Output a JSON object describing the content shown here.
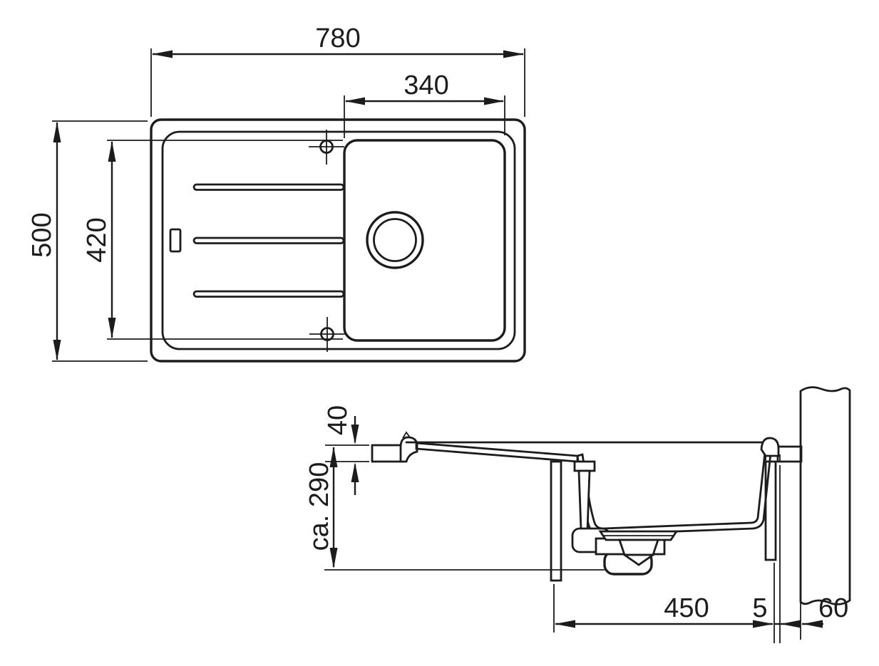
{
  "drawing": {
    "dimensions": {
      "top_view": {
        "overall_width": "780",
        "bowl_width": "340",
        "overall_depth": "500",
        "bowl_depth": "420"
      },
      "section_view": {
        "worktop_thickness": "40",
        "mounting_depth": "ca. 290",
        "base_cabinet_width": "450",
        "gap_to_wall": "5",
        "wall_thickness": "60"
      }
    }
  }
}
